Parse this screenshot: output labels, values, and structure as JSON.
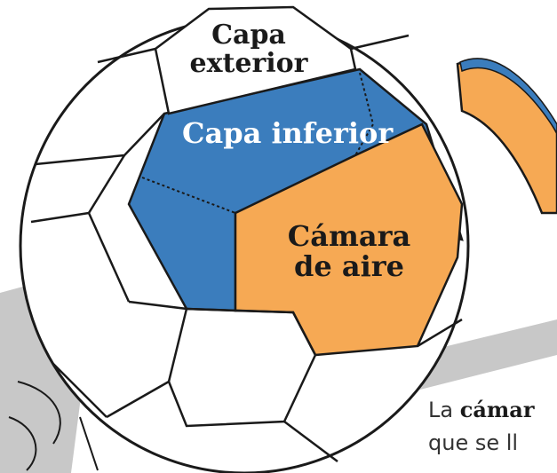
{
  "colors": {
    "blue": "#3b7dbd",
    "orange": "#f6a954",
    "outline": "#1a1a1a",
    "gray_band": "#c8c8c8",
    "white": "#ffffff"
  },
  "labels": {
    "outer_layer": [
      "Capa",
      "exterior"
    ],
    "inner_layer": "Capa inferior",
    "air_chamber": [
      "Cámara",
      "de aire"
    ]
  },
  "caption": {
    "line1_lead": "La",
    "line1_bold": "cámar",
    "line2": "que se ll"
  }
}
